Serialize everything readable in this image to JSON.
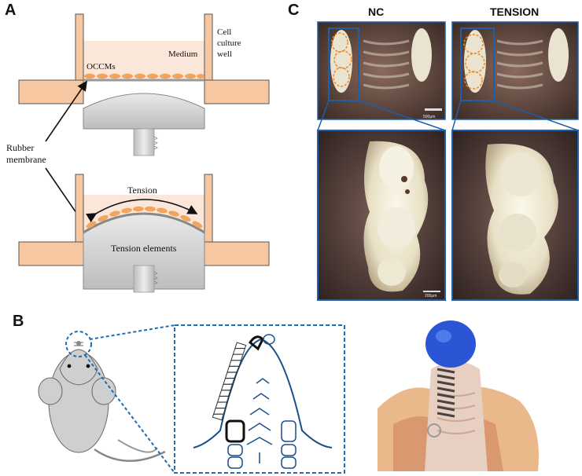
{
  "panels": {
    "a": "A",
    "b": "B",
    "c": "C"
  },
  "panel_a": {
    "medium": "Medium",
    "well_line1": "Cell",
    "well_line2": "culture",
    "well_line3": "well",
    "cells": "OCCMs",
    "rubber_line1": "Rubber",
    "rubber_line2": "membrane",
    "tension": "Tension",
    "tension_elements": "Tension elements"
  },
  "panel_c": {
    "col1": "NC",
    "col2": "TENSION",
    "scale_top": "500μm",
    "scale_bottom": "200μm"
  },
  "colors": {
    "medium": "#fbe6da",
    "plate": "#f6c7a0",
    "cell": "#f2a55a",
    "frame": "#1f5fa8",
    "outline_orange": "#f08a1c",
    "dashed": "#1f6bb5"
  }
}
